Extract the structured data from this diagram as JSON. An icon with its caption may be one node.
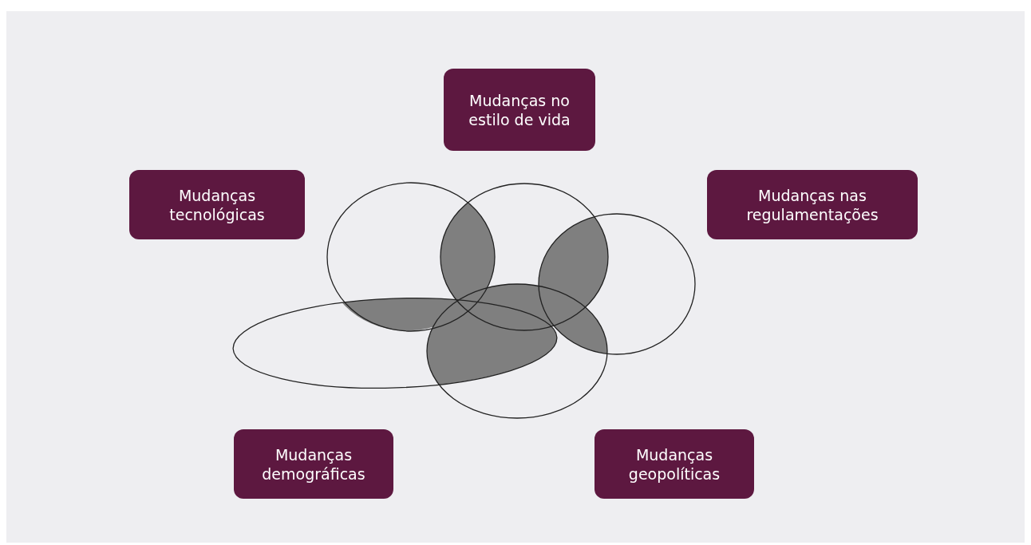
{
  "diagram": {
    "nodes": [
      {
        "text": [
          "Mudanças no estilo de vida"
        ]
      },
      {
        "text": [
          "Mudanças tecnológicas"
        ]
      },
      {
        "text": [
          "Mudanças nas regulamentações"
        ]
      },
      {
        "text": [
          "Mudanças demográficas"
        ]
      },
      {
        "text": [
          "Mudanças geopolíticas"
        ]
      }
    ]
  }
}
